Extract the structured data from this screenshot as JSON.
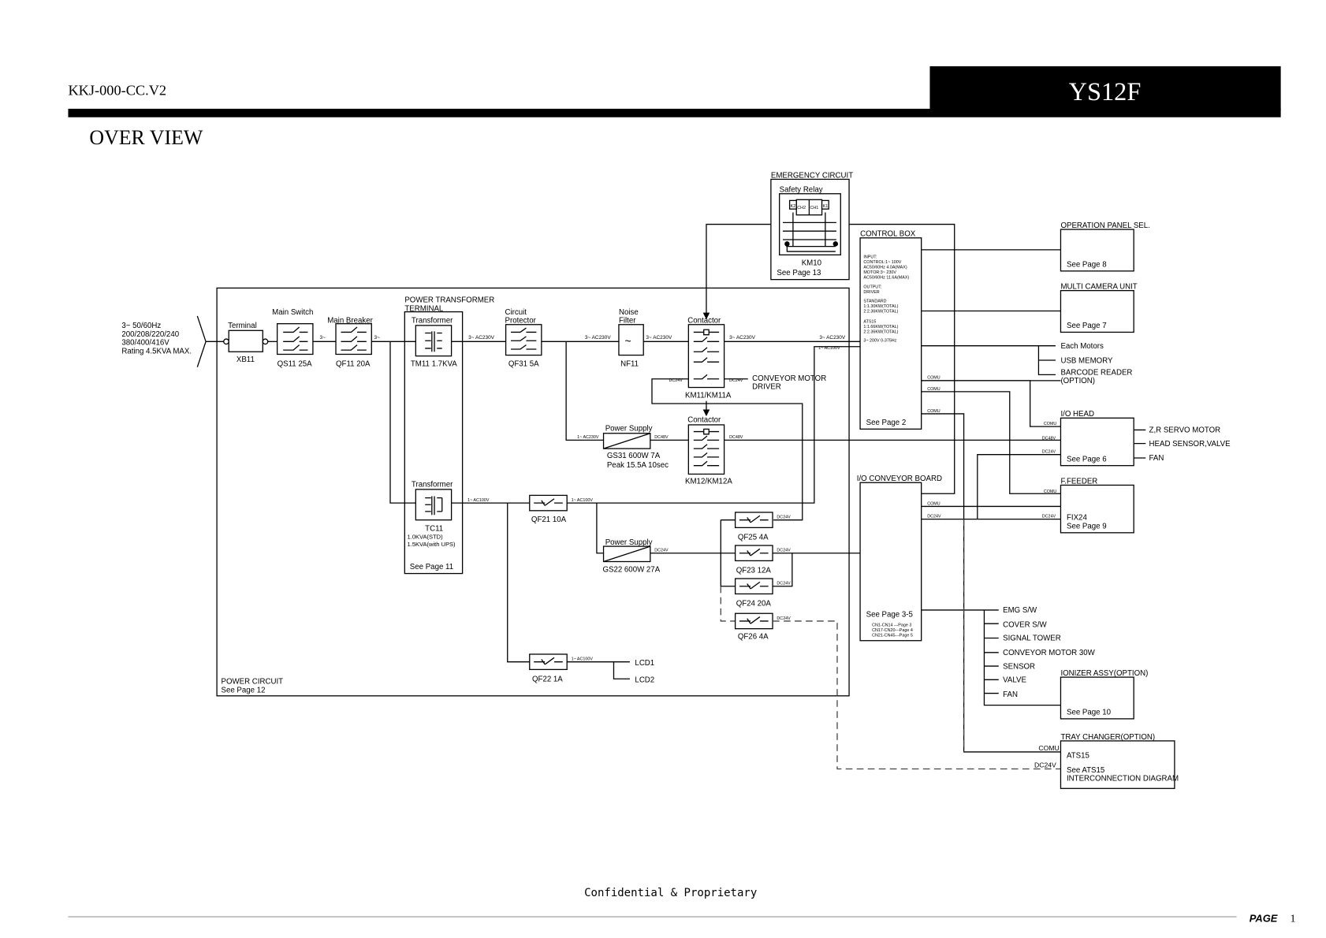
{
  "header": {
    "doc_id": "KKJ-000-CC.V2",
    "model": "YS12F",
    "section_title": "OVER VIEW"
  },
  "footer": {
    "confidential": "Confidential & Proprietary",
    "page_label": "PAGE",
    "page_number": "1"
  },
  "input_supply": {
    "lines": [
      "3~ 50/60Hz",
      "200/208/220/240",
      "380/400/416V",
      "Rating 4.5KVA MAX."
    ]
  },
  "power_circuit": {
    "title": "POWER CIRCUIT",
    "ref": "See Page 12",
    "terminal": {
      "label": "Terminal",
      "id": "XB11"
    },
    "main_switch": {
      "label": "Main Switch",
      "id": "QS11 25A"
    },
    "main_breaker": {
      "label": "Main Breaker",
      "id": "QF11 20A"
    },
    "ptt": {
      "title_line1": "POWER TRANSFORMER",
      "title_line2": "TERMINAL",
      "ref": "See Page 11"
    },
    "tm11": {
      "label": "Transformer",
      "id": "TM11 1.7KVA"
    },
    "tc11": {
      "label": "Transformer",
      "id": "TC11",
      "spec1": "1.0KVA(STD)",
      "spec2": "1.5KVA(with UPS)"
    },
    "qf31": {
      "label1": "Circuit",
      "label2": "Protector",
      "id": "QF31 5A"
    },
    "nf11": {
      "label1": "Noise",
      "label2": "Filter",
      "id": "NF11"
    },
    "km11": {
      "label": "Contactor",
      "id": "KM11/KM11A"
    },
    "km12": {
      "label": "Contactor",
      "id": "KM12/KM12A"
    },
    "conveyor_driver": {
      "line1": "CONVEYOR MOTOR",
      "line2": "DRIVER"
    },
    "gs31": {
      "label": "Power Supply",
      "id": "GS31 600W 7A",
      "peak": "Peak 15.5A 10sec"
    },
    "gs22": {
      "label": "Power Supply",
      "id": "GS22 600W 27A"
    },
    "qf21": {
      "id": "QF21 10A"
    },
    "qf22": {
      "id": "QF22 1A"
    },
    "qf25": {
      "id": "QF25 4A"
    },
    "qf23": {
      "id": "QF23 12A"
    },
    "qf24": {
      "id": "QF24 20A"
    },
    "qf26": {
      "id": "QF26 4A"
    },
    "lcd1": "LCD1",
    "lcd2": "LCD2"
  },
  "wire_labels": {
    "three_phase": "3~",
    "ac230_3": "3~ AC230V",
    "ac100_1": "1~ AC100V",
    "ac230_1": "1~ AC230V",
    "dc24": "DC24V",
    "dc48": "DC48V",
    "comu": "COMU"
  },
  "emergency": {
    "title": "EMERGENCY CIRCUIT",
    "relay": "Safety Relay",
    "k2": "K2",
    "ch2": "CH2",
    "ch1": "CH1",
    "k1": "K1",
    "id": "KM10",
    "ref": "See Page 13"
  },
  "control_box": {
    "title": "CONTROL BOX",
    "spec": [
      "INPUT:",
      " CONTROL:1~ 100V",
      "  AC50/60Hz 4.0A(MAX)",
      " MOTOR:3~ 230V",
      "  AC50/60Hz 11.6A(MAX)",
      "OUTPUT:",
      " DRIVER",
      " STANDARD",
      "  1:1.30KW(TOTAL)",
      "  2:2.36KW(TOTAL)",
      " ATS15",
      "  1:1.66KW(TOTAL)",
      "  2:2.36KW(TOTAL)",
      "  3~ 200V 0-375Hz"
    ],
    "ref": "See Page 2"
  },
  "peripherals": {
    "op_panel": {
      "title": "OPERATION PANEL SEL.",
      "ref": "See Page 8"
    },
    "camera": {
      "title": "MULTI CAMERA UNIT",
      "ref": "See Page 7"
    },
    "each_motors": "Each Motors",
    "usb": "USB MEMORY",
    "barcode1": "BARCODE READER",
    "barcode2": "(OPTION)",
    "io_head": {
      "title": "I/O HEAD",
      "ref": "See Page 6",
      "outputs": [
        "Z,R SERVO MOTOR",
        "HEAD SENSOR,VALVE",
        "FAN"
      ]
    },
    "feeder": {
      "title": "F.FEEDER",
      "id": "FIX24",
      "ref": "See Page 9"
    },
    "io_conv": {
      "title": "I/O CONVEYOR BOARD",
      "ref": "See Page 3-5",
      "sub": [
        "CN1-CN14 ---Page 3",
        "CN17-CN20---Page 4",
        "CN21-CN45---Page 5"
      ]
    },
    "conv_outputs": [
      "EMG S/W",
      "COVER S/W",
      "SIGNAL TOWER",
      "CONVEYOR MOTOR 30W",
      "SENSOR",
      "VALVE",
      "FAN"
    ],
    "ionizer": {
      "title": "IONIZER ASSY(OPTION)",
      "ref": "See Page 10"
    },
    "tray": {
      "title": "TRAY CHANGER(OPTION)",
      "id": "ATS15",
      "ref1": "See ATS15",
      "ref2": "INTERCONNECTION DIAGRAM",
      "comu": "COMU",
      "dc24": "DC24V"
    }
  }
}
